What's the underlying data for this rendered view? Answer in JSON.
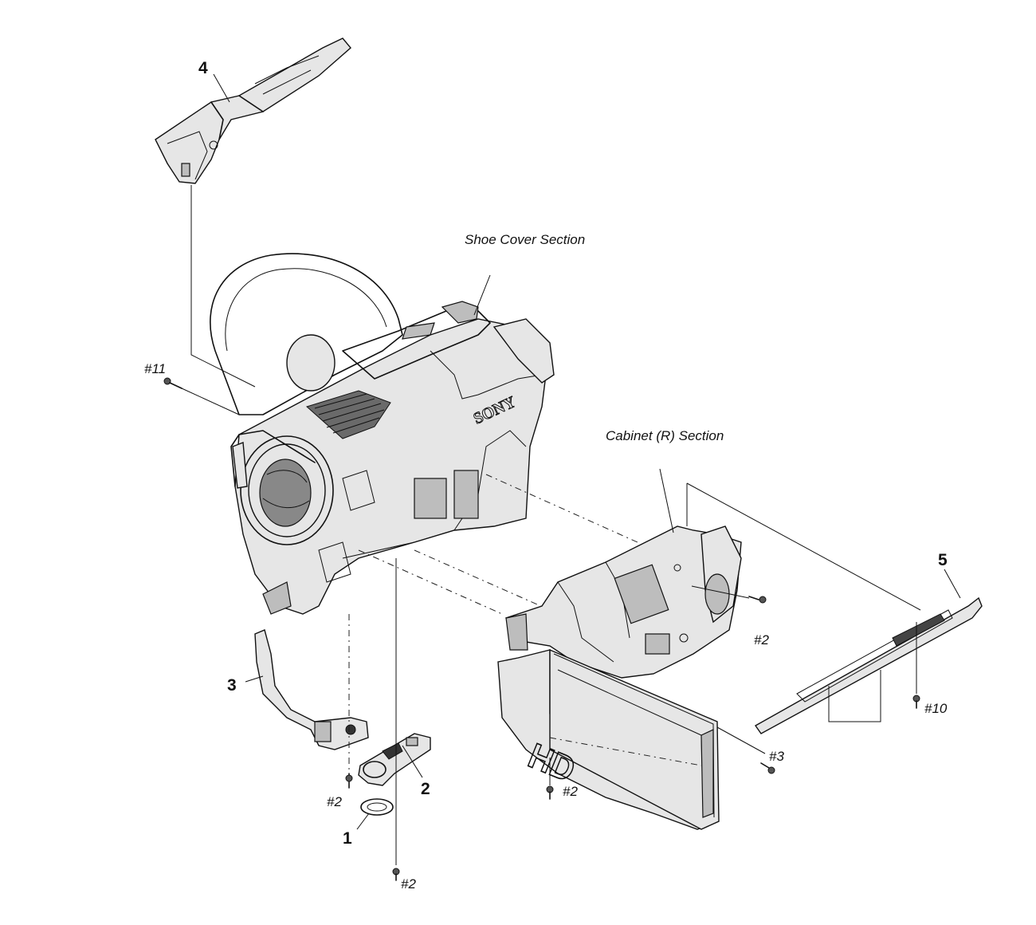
{
  "sections": {
    "shoe_cover": "Shoe Cover Section",
    "cabinet_r": "Cabinet (R) Section"
  },
  "parts": {
    "p1": "1",
    "p2": "2",
    "p3": "3",
    "p4": "4",
    "p5": "5"
  },
  "screws": {
    "s11": "#11",
    "s2_left": "#2",
    "s2_bottom": "#2",
    "s2_panel": "#2",
    "s2_right": "#2",
    "s3": "#3",
    "s10": "#10"
  },
  "brand": {
    "logo": "SONY",
    "hd": "HD"
  }
}
